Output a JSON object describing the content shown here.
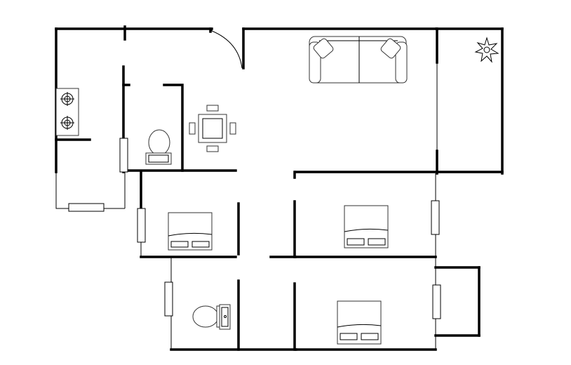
{
  "floor_plan": {
    "wall_color": "#000000",
    "background": "#ffffff",
    "fixtures": [
      "gas-stove",
      "toilet",
      "dining-table",
      "sofa",
      "potted-plant",
      "double-bed",
      "wash-basin"
    ]
  }
}
